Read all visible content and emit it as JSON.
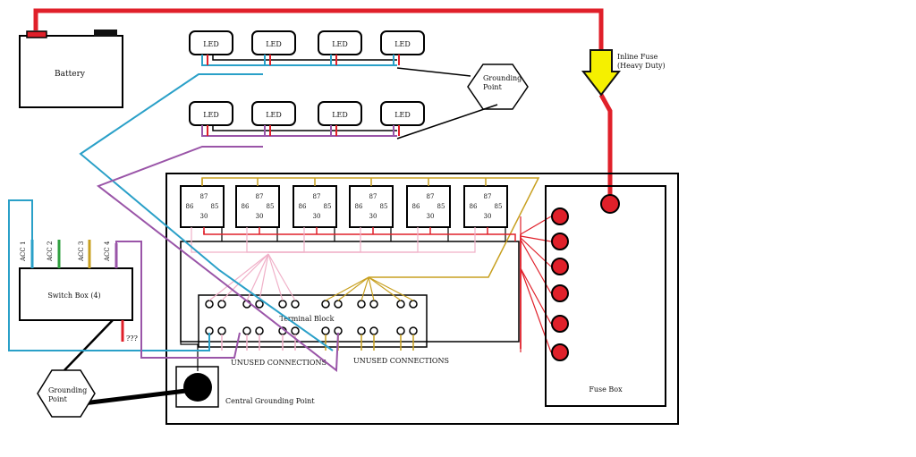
{
  "battery": {
    "label": "Battery"
  },
  "led": {
    "label": "LED",
    "count_per_row": 4
  },
  "grounding_point": {
    "line1": "Grounding",
    "line2": "Point"
  },
  "inline_fuse": {
    "line1": "Inline Fuse",
    "line2": "(Heavy Duty)"
  },
  "relay_pins": {
    "p87": "87",
    "p86": "86",
    "p85": "85",
    "p30": "30"
  },
  "switch_box": {
    "label": "Switch Box (4)",
    "accessories": [
      "ACC 1",
      "ACC 2",
      "ACC 3",
      "ACC 4"
    ],
    "unknown_wire": "???"
  },
  "terminal_block": {
    "label": "Terminal Block"
  },
  "unused_connections": "UNUSED CONNECTIONS",
  "central_ground": {
    "label": "Central Grounding Point"
  },
  "fuse_box": {
    "label": "Fuse Box"
  },
  "colors": {
    "power": "#e0202a",
    "blue_wire": "#2aa0c8",
    "purple_wire": "#9a55a8",
    "pink_wire": "#f0b0c8",
    "gold_wire": "#c8a020",
    "green_wire": "#30a040",
    "ground": "#000000",
    "fuse_arrow": "#f5f000"
  }
}
